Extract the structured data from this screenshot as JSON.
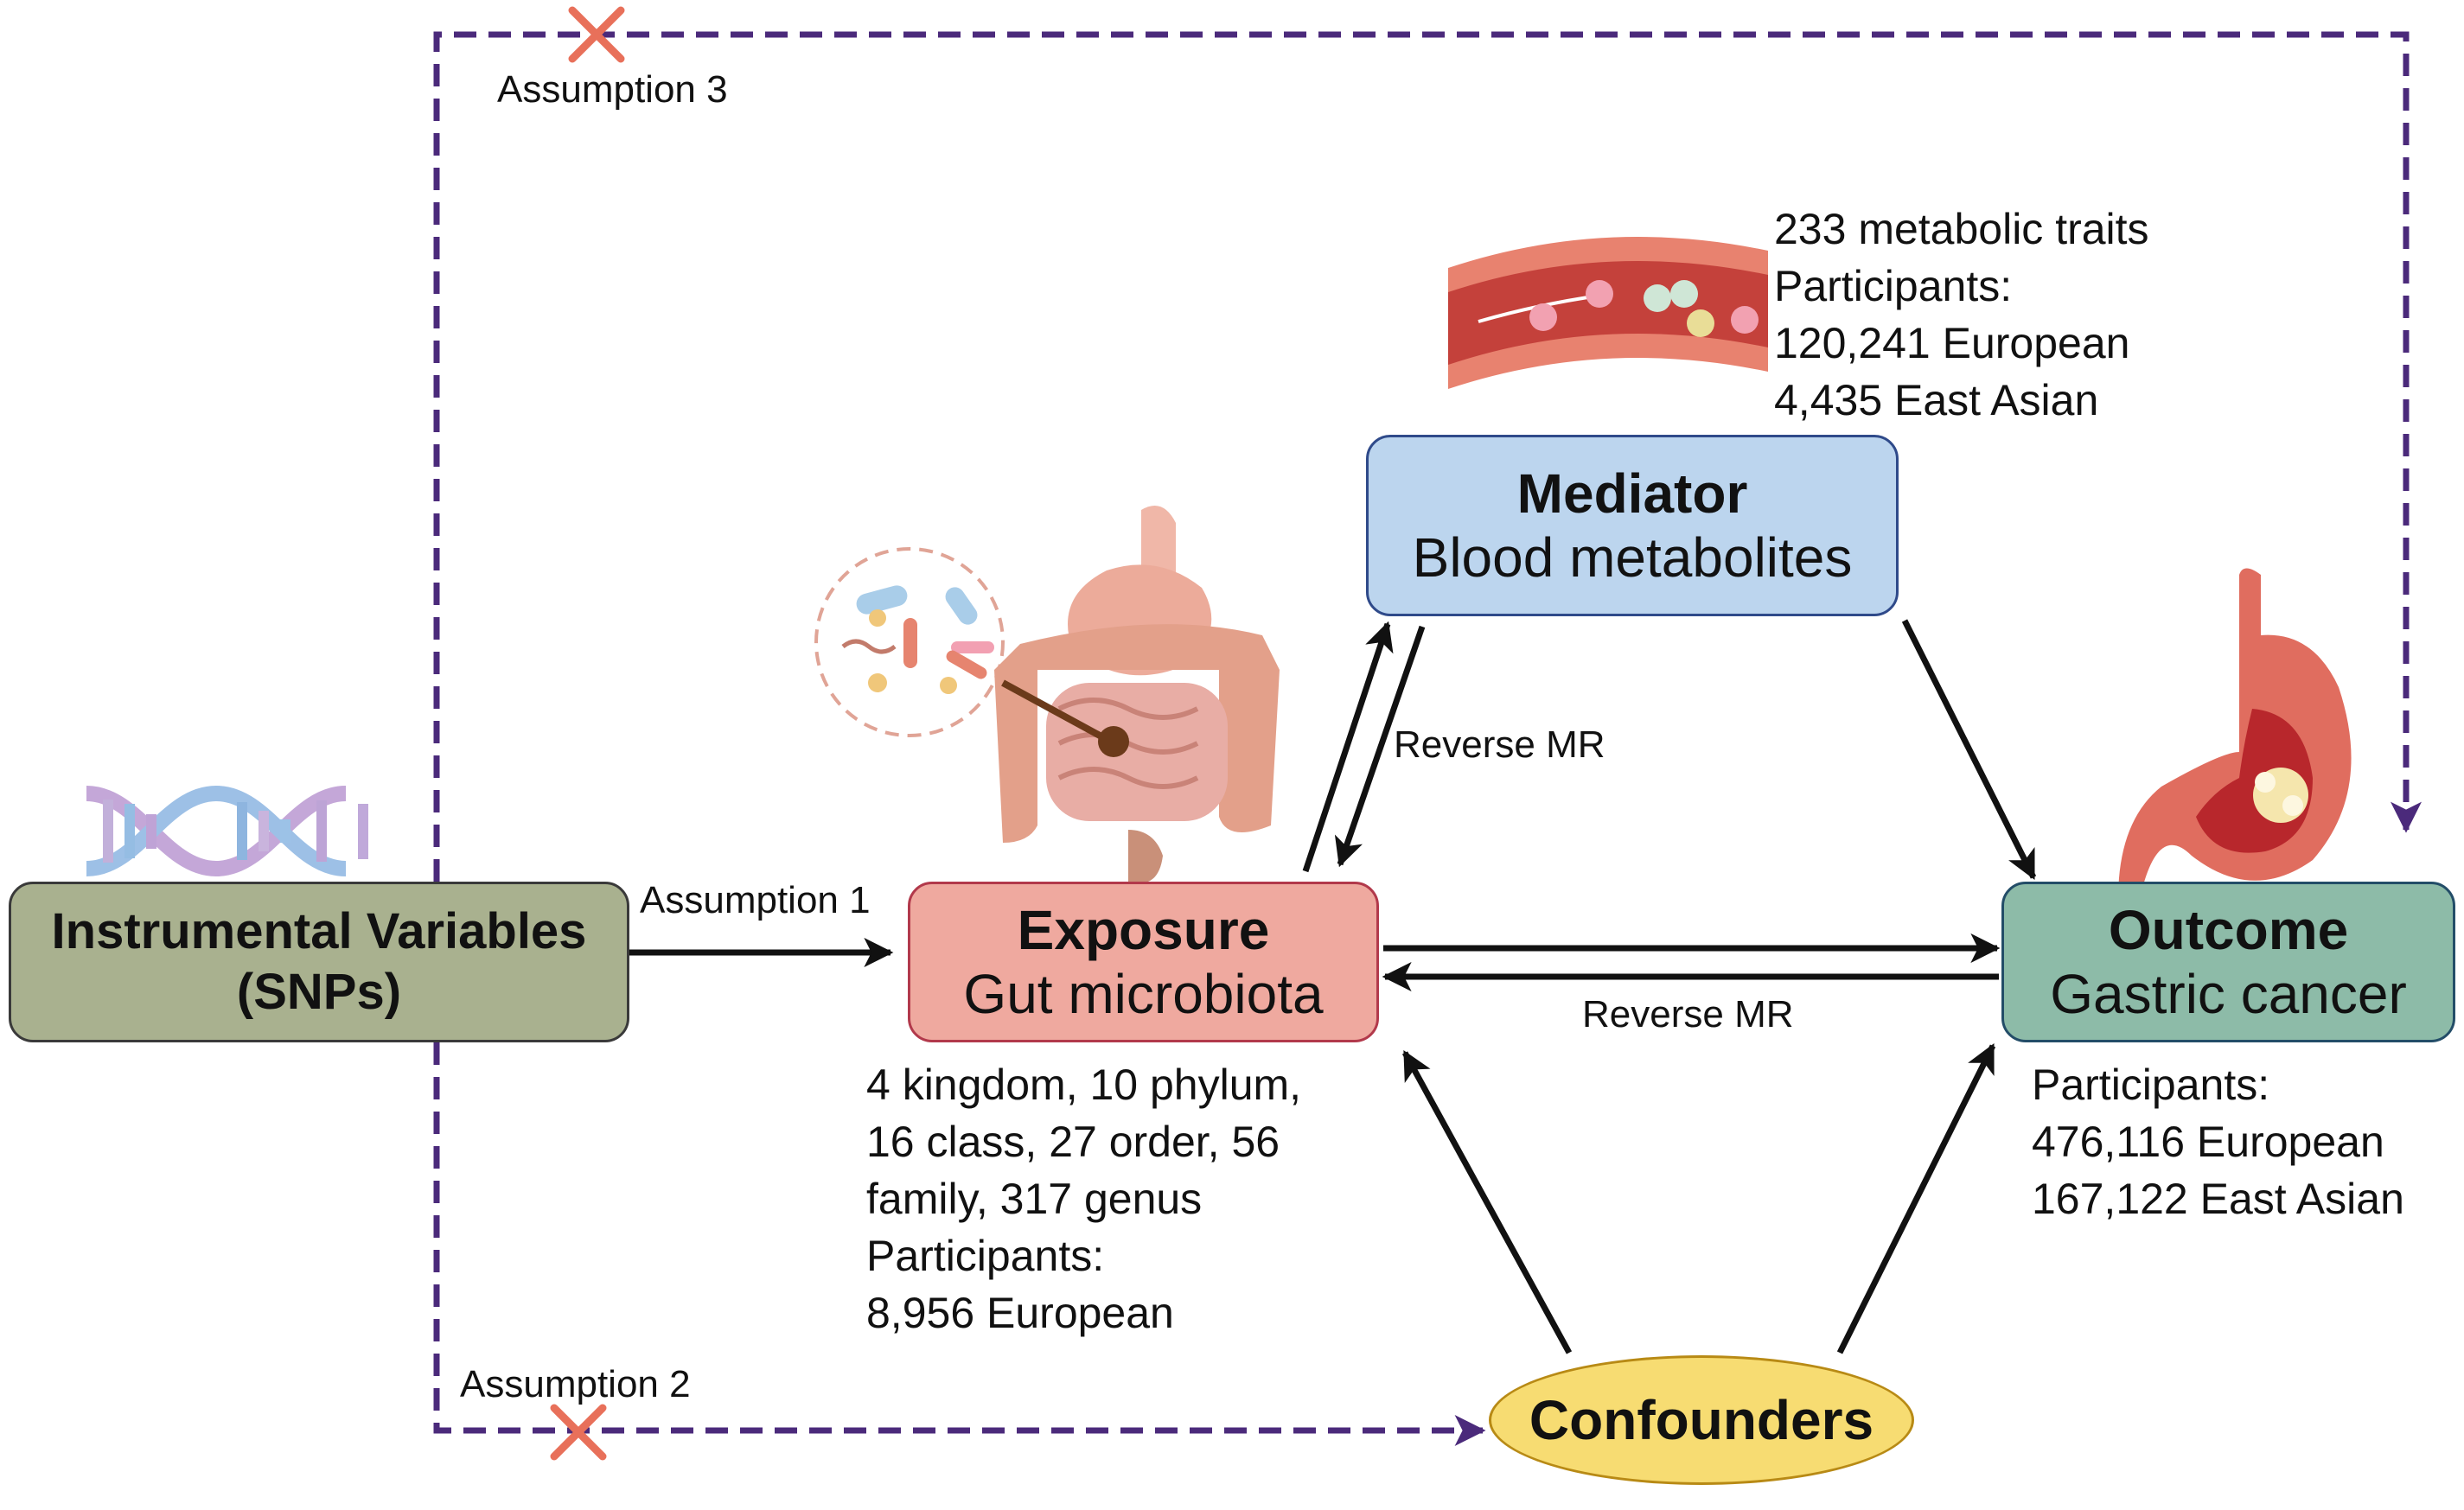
{
  "instrumental_variables": {
    "line1": "Instrumental Variables",
    "line2": "(SNPs)"
  },
  "exposure": {
    "title": "Exposure",
    "subtitle": "Gut microbiota",
    "info": [
      "4 kingdom, 10 phylum,",
      "16 class, 27 order, 56",
      "family, 317 genus",
      "Participants:",
      "8,956 European"
    ]
  },
  "mediator": {
    "title": "Mediator",
    "subtitle": "Blood metabolites",
    "info": [
      "233 metabolic traits",
      "Participants:",
      "120,241 European",
      "4,435 East Asian"
    ]
  },
  "outcome": {
    "title": "Outcome",
    "subtitle": "Gastric cancer",
    "info": [
      "Participants:",
      "476,116 European",
      "167,122 East Asian"
    ]
  },
  "confounders": {
    "title": "Confounders"
  },
  "labels": {
    "assumption_1": "Assumption 1",
    "assumption_2": "Assumption 2",
    "assumption_3": "Assumption 3",
    "reverse_mr_mediator": "Reverse MR",
    "reverse_mr_outcome": "Reverse MR"
  },
  "colors": {
    "dashed_path": "#4b2a7b",
    "cross_mark": "#e8705a",
    "arrow": "#111111",
    "iv_fill": "#a9b18f",
    "exposure_fill": "#efa99f",
    "mediator_fill": "#bcd5ee",
    "outcome_fill": "#8dbba8",
    "confounders_fill": "#f7dc72"
  },
  "icons": [
    "dna-helix-icon",
    "bacteria-circle-icon",
    "digestive-system-icon",
    "blood-vessel-icon",
    "stomach-tumor-icon"
  ]
}
